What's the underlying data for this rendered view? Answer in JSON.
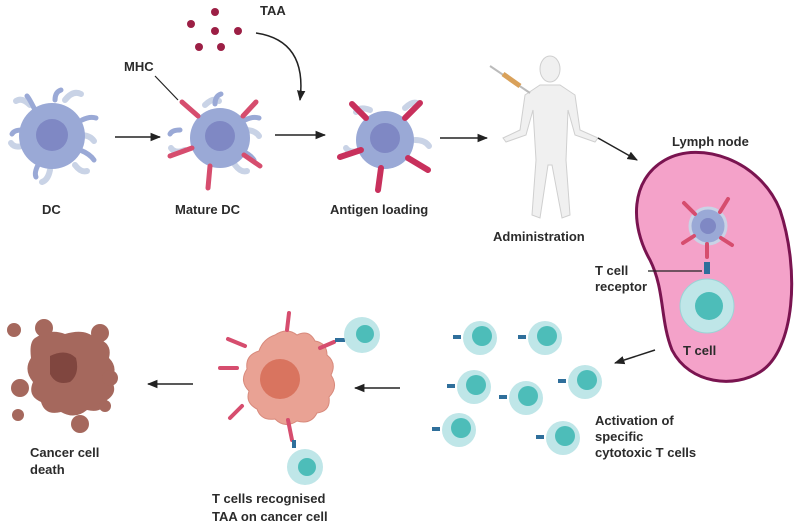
{
  "title": "Dendritic cell vaccine mechanism",
  "labels": {
    "taa": "TAA",
    "mhc": "MHC",
    "dc": "DC",
    "mature_dc": "Mature DC",
    "antigen_loading": "Antigen loading",
    "administration": "Administration",
    "lymph_node": "Lymph node",
    "tcr_line1": "T cell",
    "tcr_line2": "receptor",
    "t_cell": "T cell",
    "activation_line1": "Activation of",
    "activation_line2": "specific",
    "activation_line3": "cytotoxic T cells",
    "recognised_line1": "T cells recognised",
    "recognised_line2": "TAA on cancer cell",
    "death_line1": "Cancer cell",
    "death_line2": "death"
  },
  "colors": {
    "dc_body": "#9aa9d6",
    "dc_nucleus": "#7f88c4",
    "dc_dendrite": "#c9d3e6",
    "mhc": "#d64d6e",
    "taa_dot": "#9c1f45",
    "lymph_fill": "#f4a2c9",
    "lymph_stroke": "#7a1450",
    "tcell_body": "#bfe6e8",
    "tcell_nucleus": "#4dbdb9",
    "tcr": "#2f6f9b",
    "cancer_body": "#e9a294",
    "cancer_nucleus": "#d9745f",
    "dead_cell": "#a5685d",
    "dead_nucleus": "#80463f",
    "arrow": "#222222"
  }
}
